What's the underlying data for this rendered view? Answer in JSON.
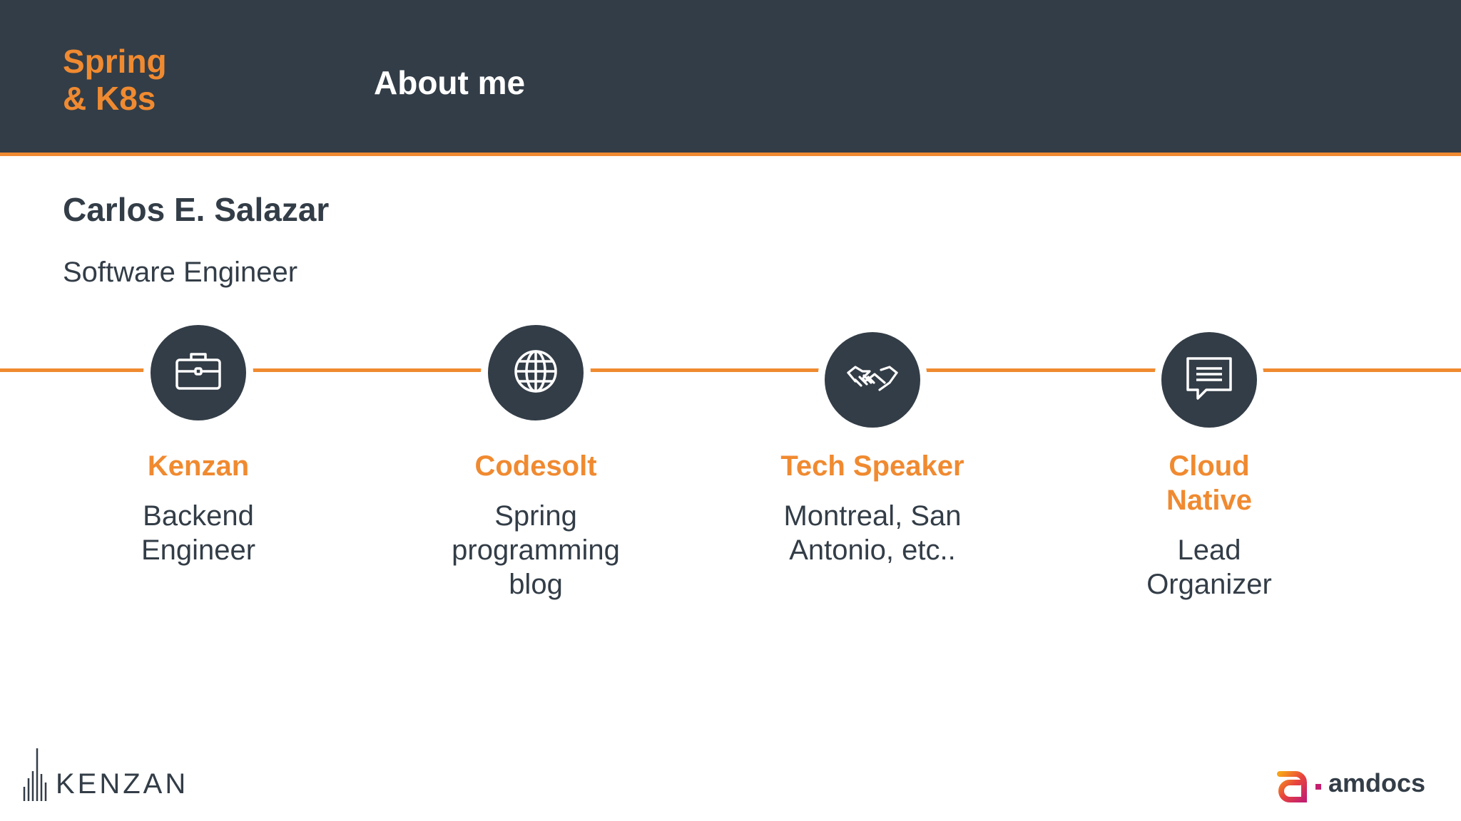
{
  "header": {
    "brand_line1": "Spring",
    "brand_line2": "& K8s",
    "title": "About me"
  },
  "person": {
    "name": "Carlos E. Salazar",
    "role": "Software Engineer"
  },
  "timeline": [
    {
      "icon": "briefcase-icon",
      "title": "Kenzan",
      "desc": "Backend\nEngineer"
    },
    {
      "icon": "globe-icon",
      "title": "Codesolt",
      "desc": "Spring\nprogramming\nblog"
    },
    {
      "icon": "handshake-icon",
      "title": "Tech Speaker",
      "desc": "Montreal, San\nAntonio, etc.."
    },
    {
      "icon": "chat-bubble-icon",
      "title": "Cloud\nNative",
      "desc": "Lead\nOrganizer"
    }
  ],
  "footer": {
    "left_logo": "KENZAN",
    "right_logo": "amdocs"
  },
  "colors": {
    "dark": "#333d47",
    "accent": "#f08a30",
    "background": "#ffffff"
  }
}
